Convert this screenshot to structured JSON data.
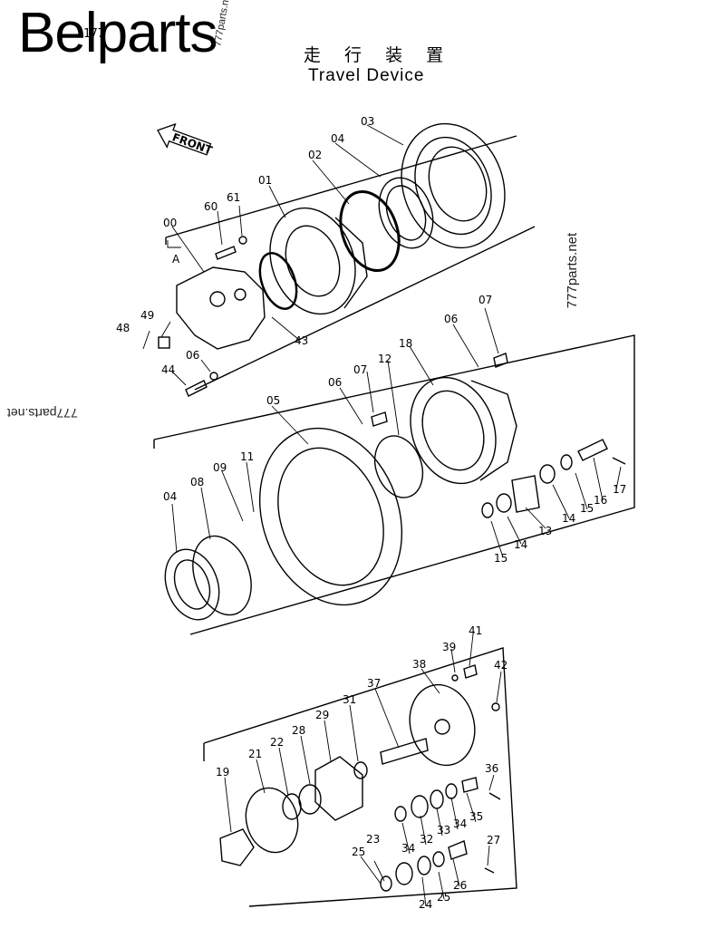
{
  "brand": "Belparts",
  "page_code": "177",
  "title_cn": "走 行 装 置",
  "title_en": "Travel Device",
  "front_label": "FRONT",
  "watermark": "777parts.net",
  "section_label_a": "A",
  "part_labels": {
    "p00": "00",
    "p01": "01",
    "p02": "02",
    "p03": "03",
    "p04a": "04",
    "p60": "60",
    "p61": "61",
    "p43": "43",
    "p48": "48",
    "p49": "49",
    "p06a": "06",
    "p44": "44",
    "p07a": "07",
    "p06b": "06",
    "p18": "18",
    "p12": "12",
    "p07b": "07",
    "p06c": "06",
    "p05": "05",
    "p11": "11",
    "p09": "09",
    "p08": "08",
    "p04b": "04",
    "p13": "13",
    "p14a": "14",
    "p15a": "15",
    "p16": "16",
    "p17": "17",
    "p14b": "14",
    "p15b": "15",
    "p41": "41",
    "p39": "39",
    "p42": "42",
    "p38": "38",
    "p37": "37",
    "p31": "31",
    "p29": "29",
    "p28": "28",
    "p22": "22",
    "p21": "21",
    "p19": "19",
    "p36": "36",
    "p35": "35",
    "p34a": "34",
    "p33": "33",
    "p32": "32",
    "p34b": "34",
    "p23": "23",
    "p25a": "25",
    "p27": "27",
    "p26": "26",
    "p25b": "25",
    "p24": "24"
  }
}
